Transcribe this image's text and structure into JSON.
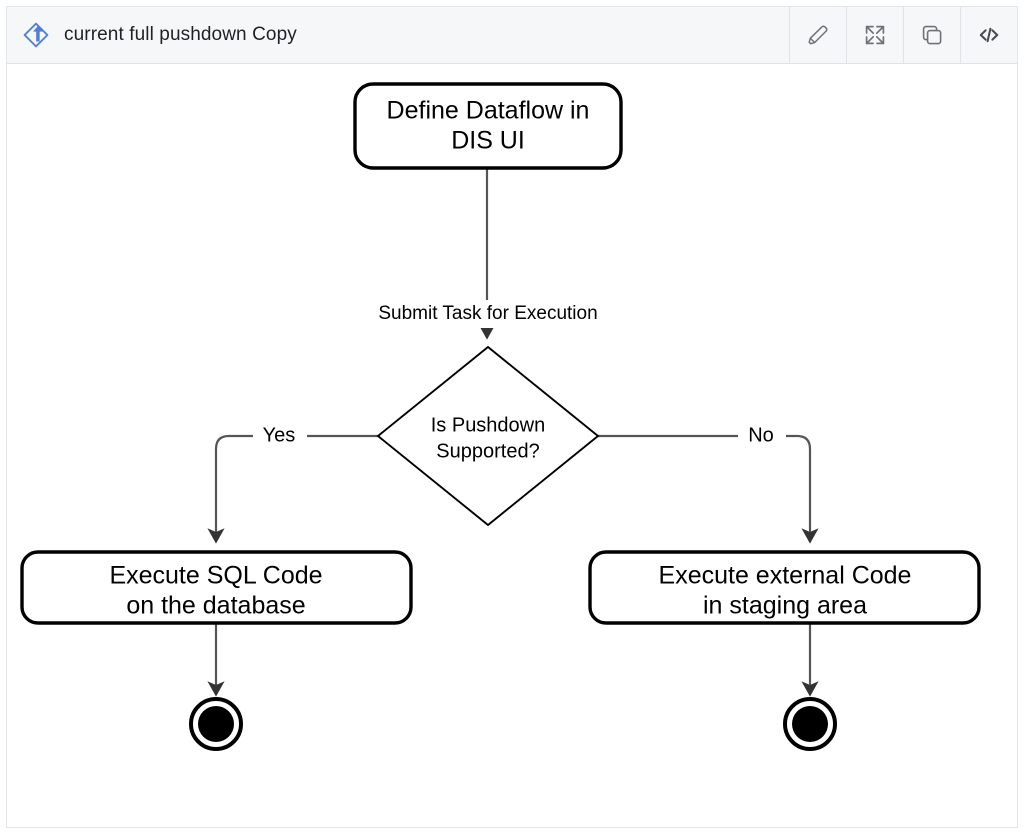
{
  "header": {
    "logo_icon": "diagrams-net-logo-icon",
    "title": "current full pushdown Copy",
    "tools": [
      {
        "name": "edit-button",
        "icon": "pencil-icon",
        "label": "Edit"
      },
      {
        "name": "fullscreen-button",
        "icon": "fullscreen-icon",
        "label": "Fullscreen"
      },
      {
        "name": "copy-button",
        "icon": "copy-icon",
        "label": "Copy"
      },
      {
        "name": "code-button",
        "icon": "code-icon",
        "label": "View code"
      }
    ]
  },
  "diagram": {
    "type": "uml-activity-flowchart",
    "nodes": [
      {
        "id": "start",
        "shape": "rounded-rectangle",
        "line1": "Define Dataflow in",
        "line2": "DIS UI"
      },
      {
        "id": "decision",
        "shape": "diamond",
        "line1": "Is  Pushdown",
        "line2": "Supported?"
      },
      {
        "id": "sql",
        "shape": "rounded-rectangle",
        "line1": "Execute SQL Code",
        "line2": "on the database"
      },
      {
        "id": "external",
        "shape": "rounded-rectangle",
        "line1": "Execute external Code",
        "line2": "in staging area"
      },
      {
        "id": "end-left",
        "shape": "final-node",
        "line1": "",
        "line2": ""
      },
      {
        "id": "end-right",
        "shape": "final-node",
        "line1": "",
        "line2": ""
      }
    ],
    "edges": [
      {
        "id": "start-to-decision",
        "from": "start",
        "to": "decision",
        "label": "Submit Task for Execution"
      },
      {
        "id": "decision-to-sql",
        "from": "decision",
        "to": "sql",
        "label": "Yes"
      },
      {
        "id": "decision-to-external",
        "from": "decision",
        "to": "external",
        "label": "No"
      },
      {
        "id": "sql-to-end",
        "from": "sql",
        "to": "end-left",
        "label": ""
      },
      {
        "id": "external-to-end",
        "from": "external",
        "to": "end-right",
        "label": ""
      }
    ]
  },
  "colors": {
    "header_background": "#f6f7f8",
    "header_border": "#e1e3e6",
    "canvas_background": "#ffffff",
    "shape_stroke": "#000000",
    "connector_stroke": "#555555",
    "logo_blue": "#4f7fd6",
    "icon_gray": "#6f7276"
  }
}
